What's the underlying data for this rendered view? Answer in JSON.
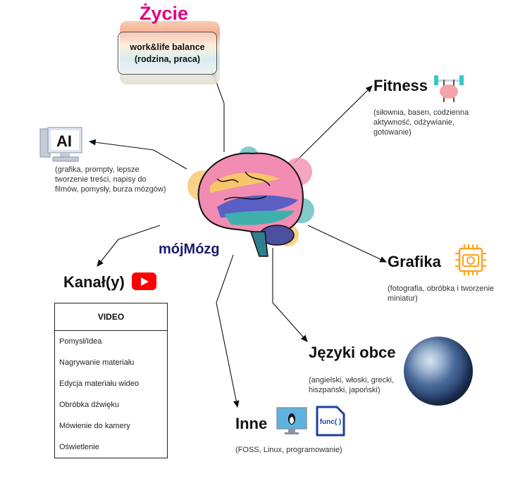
{
  "center": {
    "label": "mójMózg",
    "icon": "brain-illustration"
  },
  "nodes": {
    "zycie": {
      "title": "Życie",
      "box_line1": "work&life balance",
      "box_line2": "(rodzina, praca)",
      "icon": "life-balance-illustration",
      "title_color": "#e6007e"
    },
    "ai": {
      "title": "AI",
      "desc_lines": [
        "(grafika, prompty, lepsze",
        "tworzenie treści, napisy do",
        "filmów, pomysły, burza mózgów)"
      ],
      "icon": "computer-icon"
    },
    "fitness": {
      "title": "Fitness",
      "desc_lines": [
        "(siłownia, basen, codzienna",
        "aktywność, odżywianie,",
        "gotowanie)"
      ],
      "icon": "brain-dumbbell-icon"
    },
    "grafika": {
      "title": "Grafika",
      "desc_lines": [
        "(fotografia, obróbka i tworzenie",
        "miniatur)"
      ],
      "icon": "camera-chip-icon",
      "icon_color": "#ffa31a"
    },
    "jezyki": {
      "title": "Języki obce",
      "desc_lines": [
        "(angielski, włoski, grecki,",
        "hiszpański, japoński)"
      ],
      "icon": "globe-icon"
    },
    "inne": {
      "title": "Inne",
      "desc_lines": [
        "(FOSS, Linux, programowanie)"
      ],
      "icons": [
        "linux-monitor-icon",
        "function-file-icon"
      ],
      "func_label": "func( )"
    },
    "kanal": {
      "title": "Kanał(y)",
      "icon": "youtube-icon",
      "table": {
        "header": "VIDEO",
        "items": [
          "Pomysł/Idea",
          "Nagrywanie materiału",
          "Edycja materiału wideo",
          "Obróbka dźwięku",
          "Mówienie do kamery",
          "Oświetlenie"
        ]
      }
    }
  }
}
